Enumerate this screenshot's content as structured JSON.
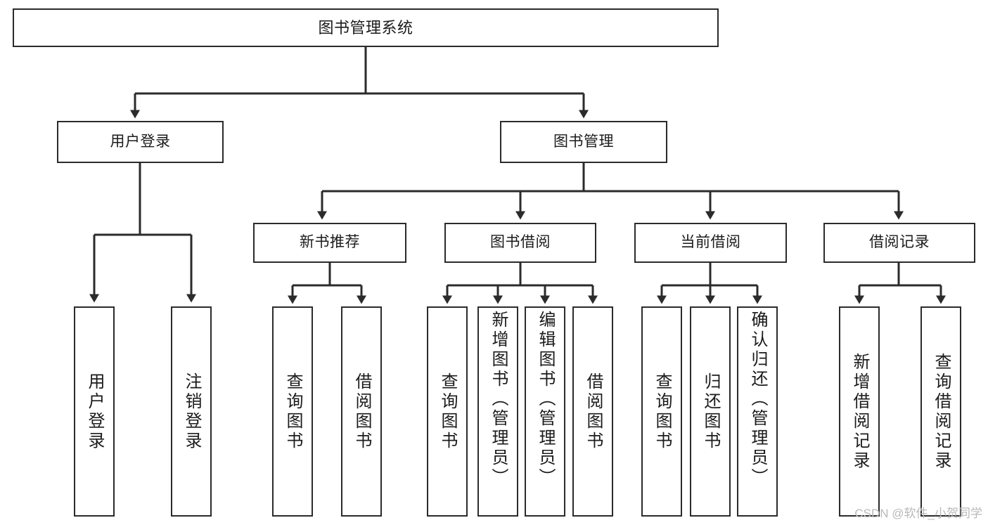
{
  "diagram": {
    "title": "图书管理系统",
    "type": "hierarchy-tree",
    "stroke_color": "#2b2b2b",
    "background_color": "#ffffff",
    "text_color": "#1b1b1b",
    "watermark": "CSDN @软件_小贺同学",
    "levels": [
      {
        "level": 0,
        "nodes": [
          {
            "id": "root",
            "label": "图书管理系统",
            "orientation": "horizontal"
          }
        ]
      },
      {
        "level": 1,
        "nodes": [
          {
            "id": "user-login",
            "label": "用户登录",
            "orientation": "horizontal"
          },
          {
            "id": "book-manage",
            "label": "图书管理",
            "orientation": "horizontal"
          }
        ]
      },
      {
        "level": 2,
        "nodes": [
          {
            "id": "new-book-rec",
            "label": "新书推荐",
            "orientation": "horizontal"
          },
          {
            "id": "book-borrow",
            "label": "图书借阅",
            "orientation": "horizontal"
          },
          {
            "id": "current-borrow",
            "label": "当前借阅",
            "orientation": "horizontal"
          },
          {
            "id": "borrow-record",
            "label": "借阅记录",
            "orientation": "horizontal"
          }
        ]
      },
      {
        "level": 3,
        "nodes": [
          {
            "id": "leaf-user-login",
            "label": "用户登录",
            "orientation": "vertical",
            "align": "centered"
          },
          {
            "id": "leaf-logout",
            "label": "注销登录",
            "orientation": "vertical",
            "align": "centered"
          },
          {
            "id": "leaf-query-book-1",
            "label": "查询图书",
            "orientation": "vertical",
            "align": "centered"
          },
          {
            "id": "leaf-borrow-book-1",
            "label": "借阅图书",
            "orientation": "vertical",
            "align": "centered"
          },
          {
            "id": "leaf-query-book-2",
            "label": "查询图书",
            "orientation": "vertical",
            "align": "centered"
          },
          {
            "id": "leaf-add-book",
            "label": "新增图书（管理员）",
            "orientation": "vertical",
            "align": "top"
          },
          {
            "id": "leaf-edit-book",
            "label": "编辑图书（管理员）",
            "orientation": "vertical",
            "align": "top"
          },
          {
            "id": "leaf-borrow-book-2",
            "label": "借阅图书",
            "orientation": "vertical",
            "align": "centered"
          },
          {
            "id": "leaf-query-book-3",
            "label": "查询图书",
            "orientation": "vertical",
            "align": "centered"
          },
          {
            "id": "leaf-return-book",
            "label": "归还图书",
            "orientation": "vertical",
            "align": "centered"
          },
          {
            "id": "leaf-confirm-return",
            "label": "确认归还（管理员）",
            "orientation": "vertical",
            "align": "top"
          },
          {
            "id": "leaf-add-record",
            "label": "新增借阅记录",
            "orientation": "vertical",
            "align": "centered"
          },
          {
            "id": "leaf-query-record",
            "label": "查询借阅记录",
            "orientation": "vertical",
            "align": "centered"
          }
        ]
      }
    ],
    "edges": [
      {
        "from": "root",
        "to": "user-login"
      },
      {
        "from": "root",
        "to": "book-manage"
      },
      {
        "from": "user-login",
        "to": "leaf-user-login"
      },
      {
        "from": "user-login",
        "to": "leaf-logout"
      },
      {
        "from": "book-manage",
        "to": "new-book-rec"
      },
      {
        "from": "book-manage",
        "to": "book-borrow"
      },
      {
        "from": "book-manage",
        "to": "current-borrow"
      },
      {
        "from": "book-manage",
        "to": "borrow-record"
      },
      {
        "from": "new-book-rec",
        "to": "leaf-query-book-1"
      },
      {
        "from": "new-book-rec",
        "to": "leaf-borrow-book-1"
      },
      {
        "from": "book-borrow",
        "to": "leaf-query-book-2"
      },
      {
        "from": "book-borrow",
        "to": "leaf-add-book"
      },
      {
        "from": "book-borrow",
        "to": "leaf-edit-book"
      },
      {
        "from": "book-borrow",
        "to": "leaf-borrow-book-2"
      },
      {
        "from": "current-borrow",
        "to": "leaf-query-book-3"
      },
      {
        "from": "current-borrow",
        "to": "leaf-return-book"
      },
      {
        "from": "current-borrow",
        "to": "leaf-confirm-return"
      },
      {
        "from": "borrow-record",
        "to": "leaf-add-record"
      },
      {
        "from": "borrow-record",
        "to": "leaf-query-record"
      }
    ]
  }
}
